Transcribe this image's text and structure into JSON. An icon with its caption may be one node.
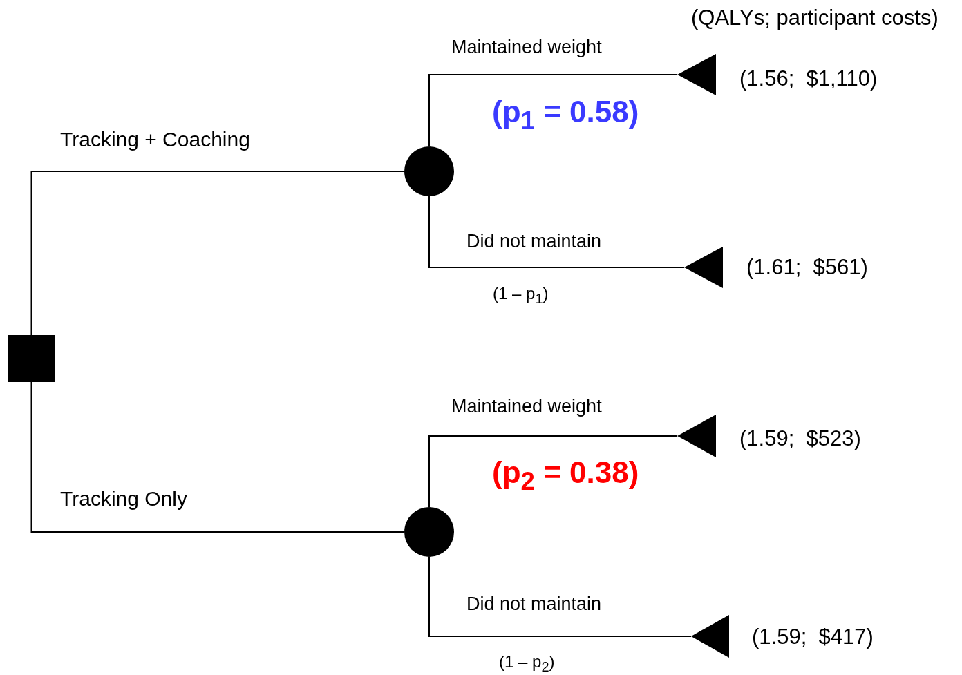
{
  "diagram": {
    "nodes": [
      {
        "text": [],
        "shape": "box"
      },
      {
        "text": [],
        "shape": "circle"
      },
      {
        "text": [],
        "shape": "circle"
      },
      {
        "text": [],
        "shape": "triangle",
        "beside": [
          "(1.56;  $1,110)"
        ]
      },
      {
        "text": [],
        "shape": "triangle",
        "beside": [
          "(1.61;  $561)"
        ]
      },
      {
        "text": [],
        "shape": "triangle",
        "beside": [
          "(1.59;  $523)"
        ]
      },
      {
        "text": [],
        "shape": "triangle",
        "beside": [
          "(1.59;  $417)"
        ]
      }
    ],
    "edges": [
      {
        "from": 0,
        "to": 1,
        "arrow": "none",
        "label": "Tracking + Coaching"
      },
      {
        "from": 0,
        "to": 2,
        "arrow": "none",
        "label": "Tracking Only"
      },
      {
        "from": 1,
        "to": 3,
        "arrow": "none",
        "label": "Maintained weight"
      },
      {
        "from": 1,
        "to": 4,
        "arrow": "none",
        "label": "Did not maintain"
      },
      {
        "from": 2,
        "to": 5,
        "arrow": "none",
        "label": "Maintained weight"
      },
      {
        "from": 2,
        "to": 6,
        "arrow": "none",
        "label": "Did not maintain"
      }
    ],
    "labels": [
      "(QALYs; participant costs)",
      "(p$_{1}$ = 0.58)",
      "(1 – p$_{1}$)",
      "(p$_{2}$ = 0.38)",
      "(1 – p$_{2}$)"
    ]
  }
}
